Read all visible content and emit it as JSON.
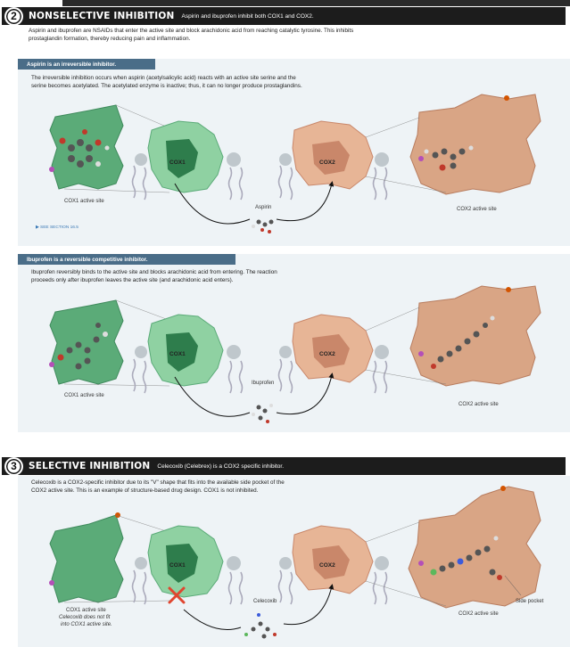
{
  "section2": {
    "number": "2",
    "title": "NONSELECTIVE INHIBITION",
    "subtitle": "Aspirin and ibuprofen inhibit both COX1 and COX2.",
    "description_lines": [
      "Aspirin and ibuprofen are NSAIDs that enter the active site and block arachidonic acid from reaching catalytic tyrosine. This inhibits",
      "prostaglandin formation, thereby reducing pain and inflammation."
    ],
    "aspirin_panel": {
      "header": "Aspirin is an irreversible inhibitor.",
      "description_lines": [
        "The irreversible inhibition occurs when aspirin (acetylsalicylic acid) reacts with an active site serine and the",
        "serine becomes acetylated. The acetylated enzyme is inactive; thus, it can no longer produce prostaglandins."
      ],
      "cox1_active_site_label": "COX1 active site",
      "cox1_label": "COX1",
      "cox2_label": "COX2",
      "drug_label": "Aspirin",
      "cox2_active_site_label": "COX2 active site",
      "see_section": "SEE SECTION 16.5"
    },
    "ibuprofen_panel": {
      "header": "Ibuprofen is a reversible competitive inhibitor.",
      "description_lines": [
        "Ibuprofen reversibly binds to the active site and blocks arachidonic acid from entering. The reaction",
        "proceeds only after ibuprofen leaves the active site (and arachidonic acid enters)."
      ],
      "cox1_active_site_label": "COX1 active site",
      "cox1_label": "COX1",
      "cox2_label": "COX2",
      "drug_label": "Ibuprofen",
      "cox2_active_site_label": "COX2 active site"
    }
  },
  "section3": {
    "number": "3",
    "title": "SELECTIVE INHIBITION",
    "subtitle": "Celecoxib (Celebrex) is a COX2 specific inhibitor.",
    "description_lines": [
      "Celecoxib is a COX2-specific inhibitor due to its \"V\" shape that fits into the available side pocket of the",
      "COX2 active site. This is an example of structure-based drug design. COX1 is not inhibited."
    ],
    "cox1_active_site_label": "COX1 active site",
    "cox1_note_lines": [
      "Celecoxib does not fit",
      "into COX1 active site."
    ],
    "cox1_label": "COX1",
    "cox2_label": "COX2",
    "drug_label": "Celecoxib",
    "side_pocket_label": "Side pocket",
    "cox2_active_site_label": "COX2 active site"
  },
  "colors": {
    "header_bg": "#1c1c1c",
    "panel_bar": "#4a6d88",
    "panel_bg": "#eef3f6",
    "cox1_green": "#5bab78",
    "cox1_dark": "#2e7d4c",
    "cox2_tan": "#e7b596",
    "cox2_brown": "#c9876a"
  }
}
